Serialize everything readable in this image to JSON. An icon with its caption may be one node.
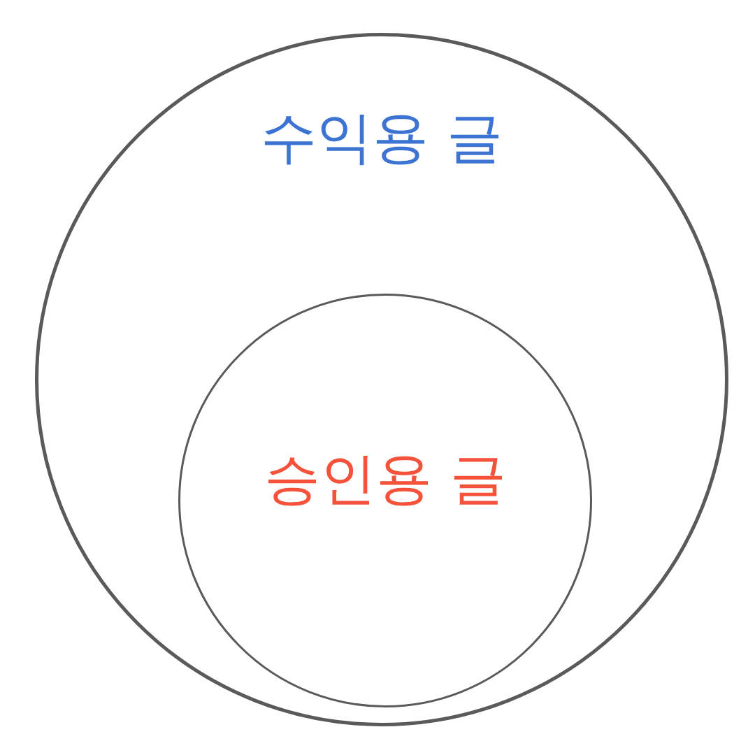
{
  "diagram": {
    "nodes": [
      {
        "text": [
          "수익용 글"
        ]
      },
      {
        "text": [
          "승인용 글"
        ],
        "in": 0
      }
    ]
  }
}
